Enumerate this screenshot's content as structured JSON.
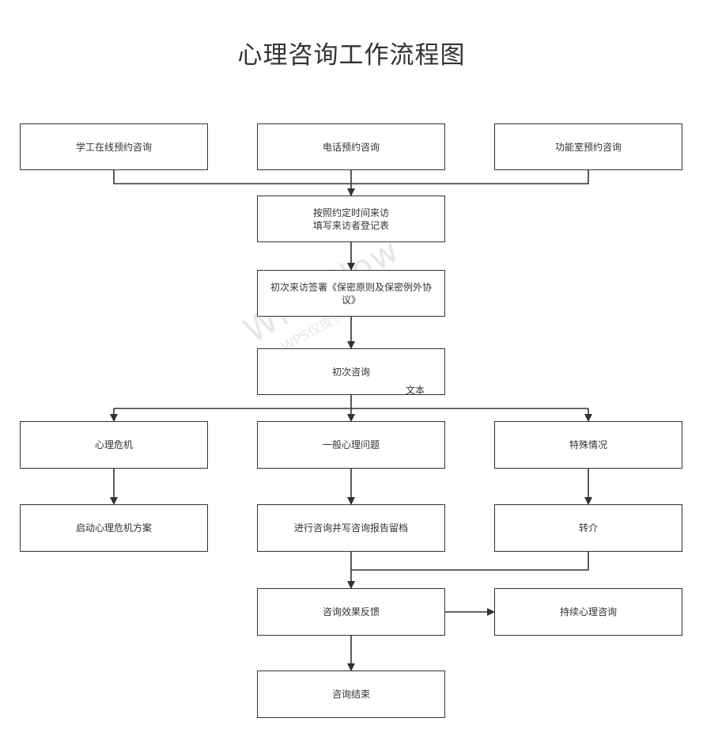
{
  "title": "心理咨询工作流程图",
  "nodes": {
    "online_booking": "学工在线预约咨询",
    "phone_booking": "电话预约咨询",
    "office_booking": "功能室预约咨询",
    "visit_line1": "按照约定时间来访",
    "visit_line2": "填写来访者登记表",
    "sign_agreement": "初次来访签署《保密原则及保密例外协议》",
    "first_session": "初次咨询",
    "crisis": "心理危机",
    "general_issue": "一般心理问题",
    "special_case": "特殊情况",
    "crisis_plan": "启动心理危机方案",
    "counsel_report": "进行咨询并写咨询报告留档",
    "referral": "转介",
    "feedback": "咨询效果反馈",
    "continue": "持续心理咨询",
    "end": "咨询结束"
  },
  "stray_label": "文本",
  "watermark": {
    "main": "WPS Flow",
    "sub": "WPS仅提供作图能力"
  },
  "colors": {
    "stroke": "#333333",
    "text": "#333333",
    "background": "#ffffff",
    "watermark": "#e6e6e6"
  }
}
